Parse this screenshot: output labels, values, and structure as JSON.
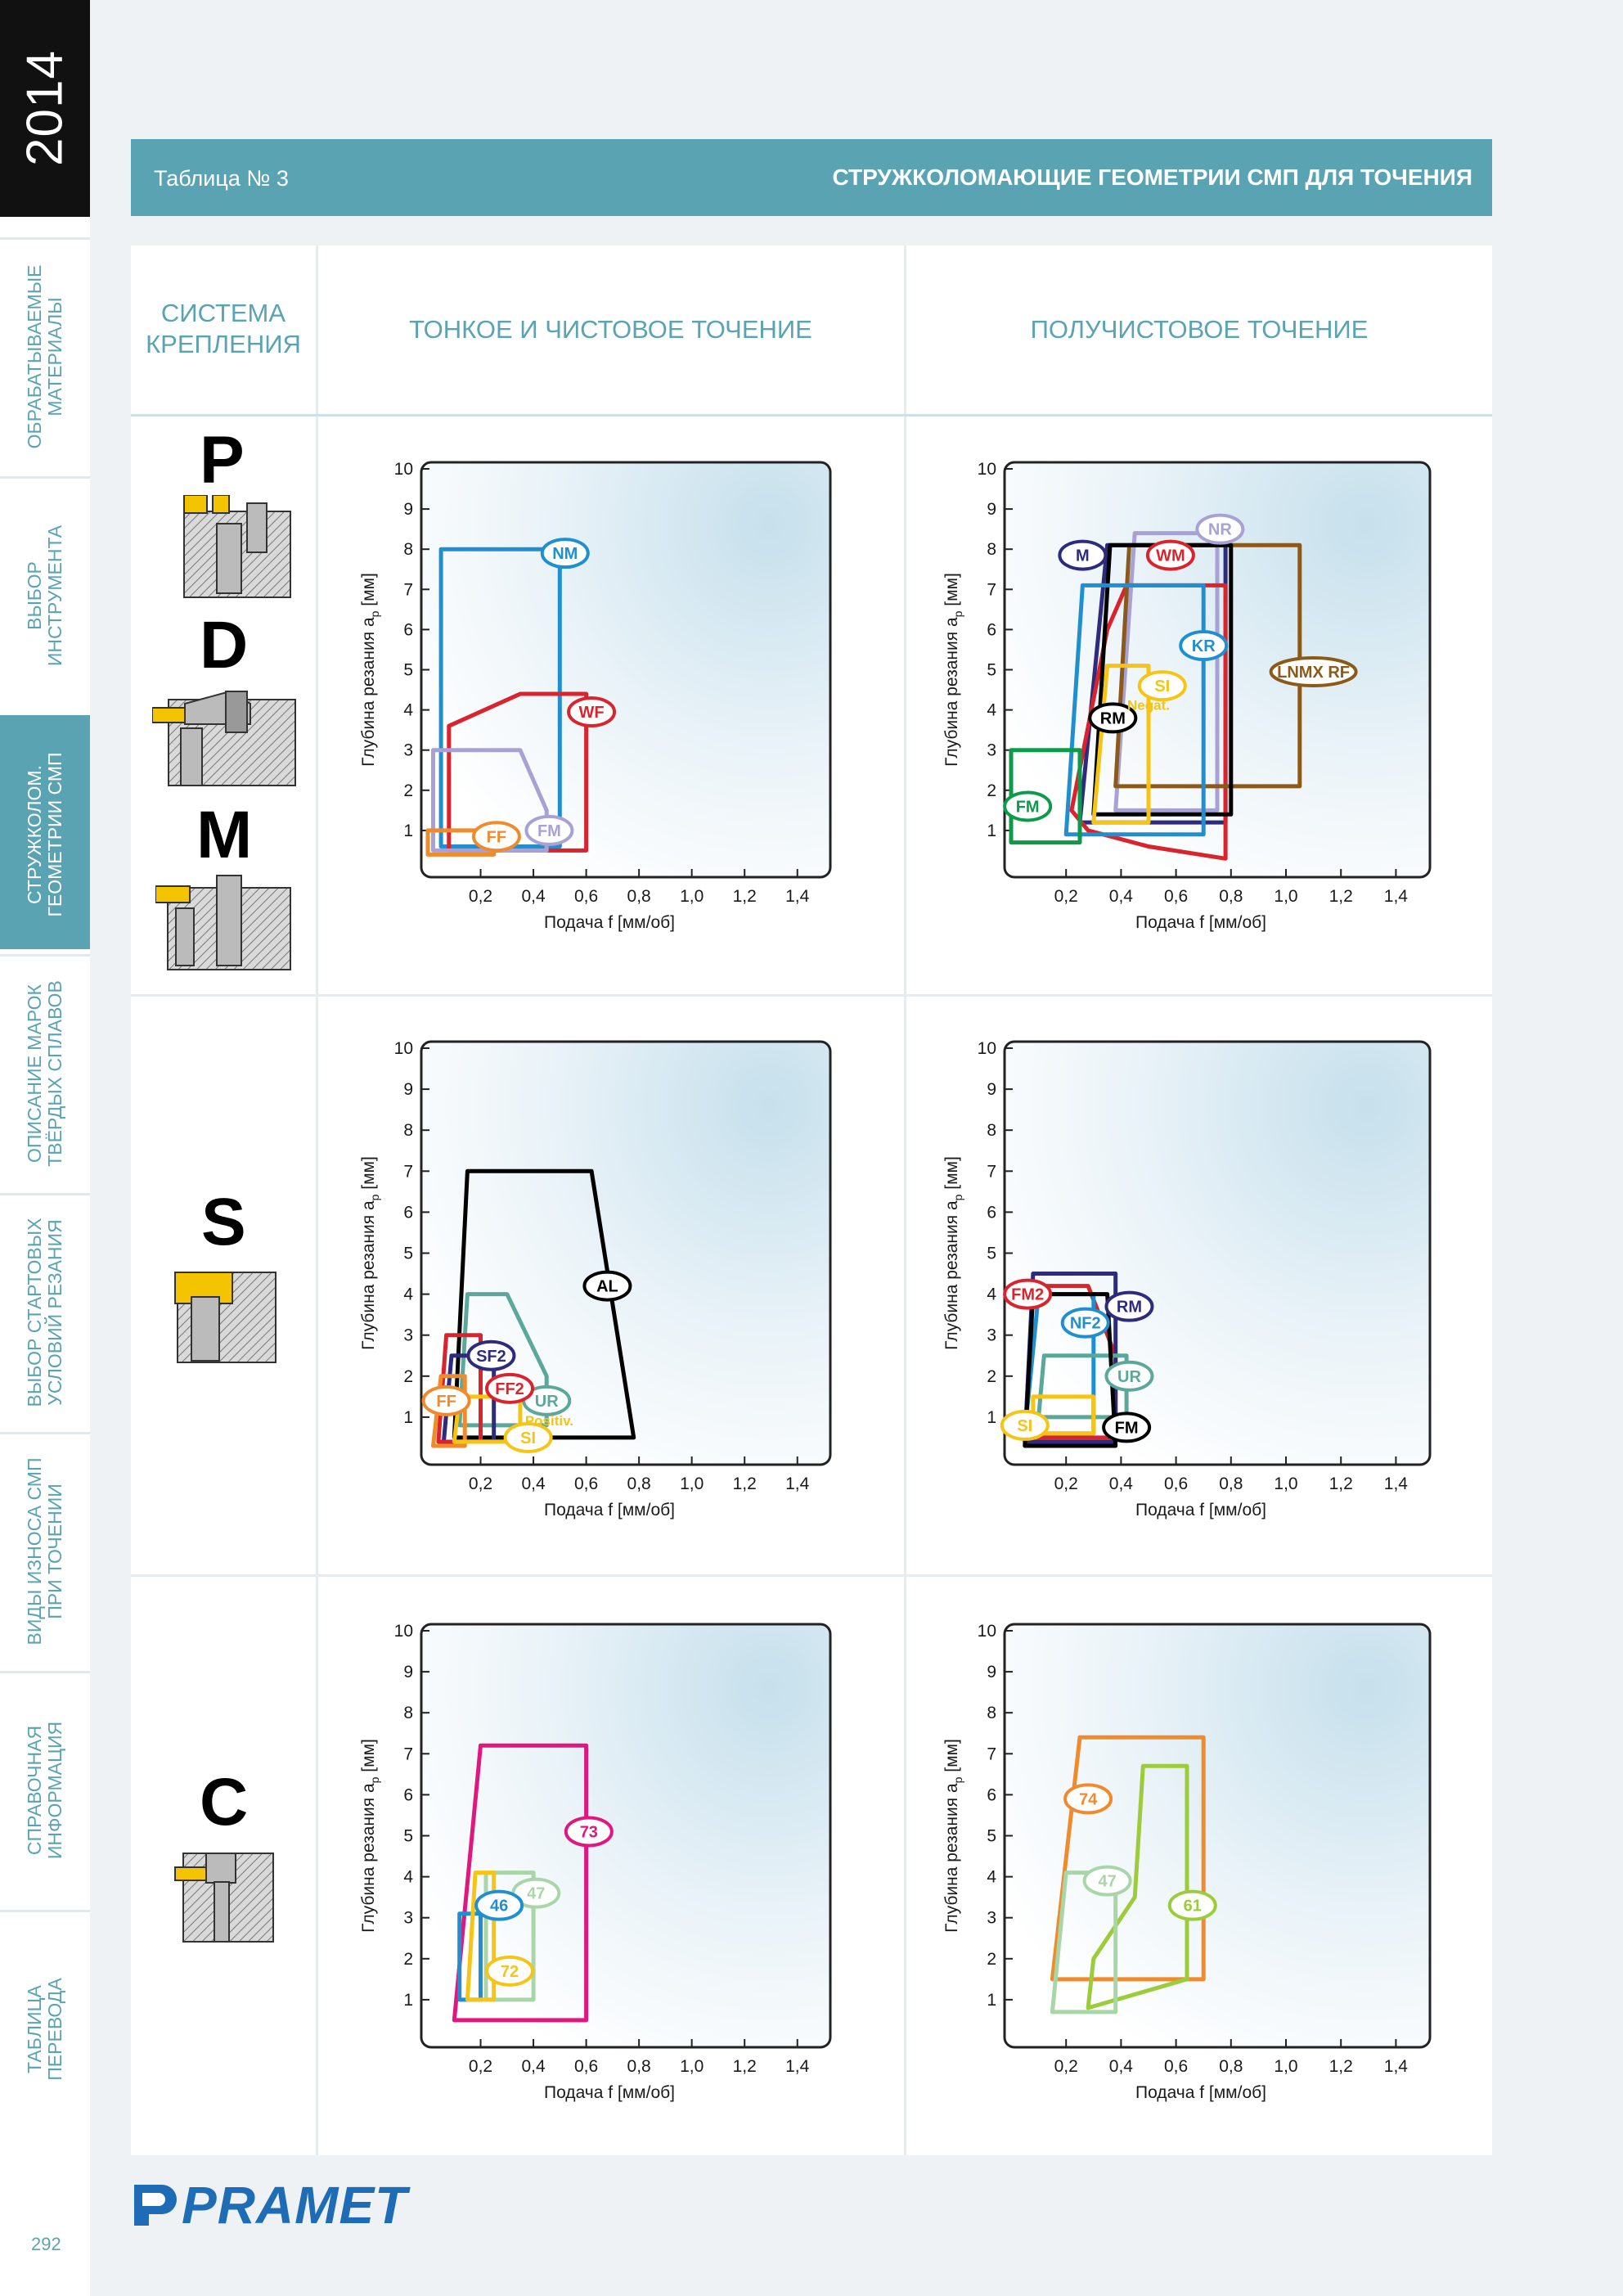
{
  "year": "2014",
  "sidebar": {
    "items": [
      {
        "label_1": "ОБРАБАТЫВАЕМЫЕ",
        "label_2": "МАТЕРИАЛЫ"
      },
      {
        "label_1": "ВЫБОР",
        "label_2": "ИНСТРУМЕНТА"
      },
      {
        "label_1": "СТРУЖКОЛОМ.",
        "label_2": "ГЕОМЕТРИИ СМП"
      },
      {
        "label_1": "ОПИСАНИЕ МАРОК",
        "label_2": "ТВЁРДЫХ СПЛАВОВ"
      },
      {
        "label_1": "ВЫБОР СТАРТОВЫХ",
        "label_2": "УСЛОВИЙ РЕЗАНИЯ"
      },
      {
        "label_1": "ВИДЫ ИЗНОСА СМП",
        "label_2": "ПРИ ТОЧЕНИИ"
      },
      {
        "label_1": "СПРАВОЧНАЯ",
        "label_2": "ИНФОРМАЦИЯ"
      },
      {
        "label_1": "ТАБЛИЦА",
        "label_2": "ПЕРЕВОДА"
      }
    ],
    "active_index": 2
  },
  "page_number": "292",
  "header": {
    "table_number": "Таблица № 3",
    "title": "СТРУЖКОЛОМАЮЩИЕ ГЕОМЕТРИИ СМП ДЛЯ ТОЧЕНИЯ"
  },
  "columns": {
    "system_1": "СИСТЕМА",
    "system_2": "КРЕПЛЕНИЯ",
    "finishing": "ТОНКОЕ И ЧИСТОВОЕ ТОЧЕНИЕ",
    "semi_finishing": "ПОЛУЧИСТОВОЕ ТОЧЕНИЕ"
  },
  "systems": {
    "p": "P",
    "d": "D",
    "m": "M",
    "s": "S",
    "c": "C"
  },
  "axes": {
    "xlabel": "Подача f [мм/об]",
    "ylabel": "Глубина резания a",
    "ylabel_sub": "p",
    "ylabel_unit": " [мм]"
  },
  "colors": {
    "accent": "#5aa3b2",
    "brand": "#1d6cb5"
  },
  "logo": {
    "text": "PRAMET"
  },
  "chart_data": [
    {
      "id": "pdm-finishing",
      "type": "region",
      "xlim": [
        0,
        1.5
      ],
      "ylim": [
        0,
        10
      ],
      "xticks": [
        "0,2",
        "0,4",
        "0,6",
        "0,8",
        "1,0",
        "1,2",
        "1,4"
      ],
      "yticks": [
        "1",
        "2",
        "3",
        "4",
        "5",
        "6",
        "7",
        "8",
        "9",
        "10"
      ],
      "series": [
        {
          "name": "NM",
          "color": "#1f8fcf",
          "points": [
            [
              0.05,
              0.6
            ],
            [
              0.05,
              8
            ],
            [
              0.5,
              8
            ],
            [
              0.5,
              0.6
            ]
          ],
          "label_at": [
            0.52,
            7.9
          ]
        },
        {
          "name": "WF",
          "color": "#d9232d",
          "points": [
            [
              0.08,
              0.5
            ],
            [
              0.08,
              3.6
            ],
            [
              0.35,
              4.4
            ],
            [
              0.6,
              4.4
            ],
            [
              0.6,
              0.5
            ]
          ],
          "label_at": [
            0.62,
            3.95
          ]
        },
        {
          "name": "FM",
          "color": "#a8a2d4",
          "points": [
            [
              0.02,
              0.5
            ],
            [
              0.02,
              3
            ],
            [
              0.35,
              3
            ],
            [
              0.45,
              1.5
            ],
            [
              0.45,
              0.5
            ]
          ],
          "label_at": [
            0.46,
            1.0
          ]
        },
        {
          "name": "FF",
          "color": "#ef8b2c",
          "points": [
            [
              0.0,
              0.4
            ],
            [
              0.0,
              1
            ],
            [
              0.25,
              1
            ],
            [
              0.25,
              0.4
            ]
          ],
          "label_at": [
            0.26,
            0.85
          ]
        }
      ],
      "notes": []
    },
    {
      "id": "pdm-semi",
      "type": "region",
      "xlim": [
        0,
        1.5
      ],
      "ylim": [
        0,
        10
      ],
      "xticks": [
        "0,2",
        "0,4",
        "0,6",
        "0,8",
        "1,0",
        "1,2",
        "1,4"
      ],
      "yticks": [
        "1",
        "2",
        "3",
        "4",
        "5",
        "6",
        "7",
        "8",
        "9",
        "10"
      ],
      "series": [
        {
          "name": "NR",
          "color": "#a8a2d4",
          "points": [
            [
              0.38,
              1.5
            ],
            [
              0.45,
              8.4
            ],
            [
              0.75,
              8.4
            ],
            [
              0.75,
              1.5
            ]
          ],
          "label_at": [
            0.76,
            8.5
          ]
        },
        {
          "name": "M",
          "color": "#2e2a7c",
          "points": [
            [
              0.25,
              1.2
            ],
            [
              0.35,
              8.1
            ],
            [
              0.78,
              8.1
            ],
            [
              0.78,
              1.2
            ]
          ],
          "label_at": [
            0.26,
            7.85
          ]
        },
        {
          "name": "WM",
          "color": "#d9232d",
          "points": [
            [
              0.22,
              1.5
            ],
            [
              0.35,
              6
            ],
            [
              0.42,
              7.1
            ],
            [
              0.78,
              7.1
            ],
            [
              0.78,
              0.3
            ],
            [
              0.5,
              0.6
            ],
            [
              0.28,
              1.0
            ]
          ],
          "label_at": [
            0.58,
            7.85
          ]
        },
        {
          "name": "LNMX RF",
          "color": "#8b5a1a",
          "points": [
            [
              0.38,
              2.1
            ],
            [
              0.43,
              8.1
            ],
            [
              1.05,
              8.1
            ],
            [
              1.05,
              2.1
            ]
          ],
          "label_at": [
            1.1,
            4.95
          ]
        },
        {
          "name": "RM",
          "color": "#000000",
          "points": [
            [
              0.3,
              1.4
            ],
            [
              0.36,
              8.1
            ],
            [
              0.8,
              8.1
            ],
            [
              0.8,
              1.4
            ]
          ],
          "label_at": [
            0.37,
            3.8
          ]
        },
        {
          "name": "KR",
          "color": "#1f8fcf",
          "points": [
            [
              0.2,
              0.9
            ],
            [
              0.26,
              7.1
            ],
            [
              0.7,
              7.1
            ],
            [
              0.7,
              0.9
            ]
          ],
          "label_at": [
            0.7,
            5.6
          ]
        },
        {
          "name": "SI",
          "color": "#f5c414",
          "points": [
            [
              0.3,
              1.2
            ],
            [
              0.35,
              5.1
            ],
            [
              0.5,
              5.1
            ],
            [
              0.5,
              1.2
            ]
          ],
          "label_at": [
            0.55,
            4.6
          ]
        },
        {
          "name": "FM",
          "color": "#0e9a4b",
          "points": [
            [
              0.0,
              0.7
            ],
            [
              0.0,
              3.0
            ],
            [
              0.25,
              3.0
            ],
            [
              0.25,
              0.7
            ]
          ],
          "label_at": [
            0.06,
            1.6
          ]
        }
      ],
      "notes": [
        {
          "text": "Negat.",
          "color": "#f5c414",
          "at": [
            0.5,
            4.0
          ]
        }
      ]
    },
    {
      "id": "s-finishing",
      "type": "region",
      "xlim": [
        0,
        1.5
      ],
      "ylim": [
        0,
        10
      ],
      "xticks": [
        "0,2",
        "0,4",
        "0,6",
        "0,8",
        "1,0",
        "1,2",
        "1,4"
      ],
      "yticks": [
        "1",
        "2",
        "3",
        "4",
        "5",
        "6",
        "7",
        "8",
        "9",
        "10"
      ],
      "series": [
        {
          "name": "AL",
          "color": "#000000",
          "points": [
            [
              0.1,
              0.5
            ],
            [
              0.15,
              7
            ],
            [
              0.62,
              7
            ],
            [
              0.78,
              0.5
            ]
          ],
          "label_at": [
            0.68,
            4.2
          ]
        },
        {
          "name": "UR",
          "color": "#5ba89a",
          "points": [
            [
              0.12,
              0.8
            ],
            [
              0.15,
              4
            ],
            [
              0.3,
              4
            ],
            [
              0.45,
              2.0
            ],
            [
              0.45,
              0.8
            ]
          ],
          "label_at": [
            0.45,
            1.4
          ]
        },
        {
          "name": "SF2",
          "color": "#2e2a7c",
          "points": [
            [
              0.06,
              0.4
            ],
            [
              0.09,
              2.5
            ],
            [
              0.25,
              2.5
            ],
            [
              0.25,
              0.4
            ]
          ],
          "label_at": [
            0.24,
            2.5
          ]
        },
        {
          "name": "FF2",
          "color": "#d9232d",
          "points": [
            [
              0.04,
              0.4
            ],
            [
              0.07,
              3
            ],
            [
              0.2,
              3
            ],
            [
              0.2,
              0.4
            ]
          ],
          "label_at": [
            0.31,
            1.7
          ]
        },
        {
          "name": "FF",
          "color": "#ef8b2c",
          "points": [
            [
              0.02,
              0.3
            ],
            [
              0.05,
              2
            ],
            [
              0.14,
              2
            ],
            [
              0.14,
              0.3
            ]
          ],
          "label_at": [
            0.07,
            1.4
          ]
        },
        {
          "name": "SI",
          "color": "#f5c414",
          "points": [
            [
              0.1,
              0.4
            ],
            [
              0.12,
              1.5
            ],
            [
              0.35,
              1.5
            ],
            [
              0.35,
              0.4
            ]
          ],
          "label_at": [
            0.38,
            0.5
          ]
        }
      ],
      "notes": [
        {
          "text": "Positiv.",
          "color": "#f5c414",
          "at": [
            0.46,
            0.8
          ]
        }
      ]
    },
    {
      "id": "s-semi",
      "type": "region",
      "xlim": [
        0,
        1.5
      ],
      "ylim": [
        0,
        10
      ],
      "xticks": [
        "0,2",
        "0,4",
        "0,6",
        "0,8",
        "1,0",
        "1,2",
        "1,4"
      ],
      "yticks": [
        "1",
        "2",
        "3",
        "4",
        "5",
        "6",
        "7",
        "8",
        "9",
        "10"
      ],
      "series": [
        {
          "name": "FM2",
          "color": "#d9232d",
          "points": [
            [
              0.05,
              0.5
            ],
            [
              0.08,
              4.2
            ],
            [
              0.28,
              4.2
            ],
            [
              0.38,
              2.5
            ],
            [
              0.38,
              0.5
            ]
          ],
          "label_at": [
            0.06,
            4.0
          ]
        },
        {
          "name": "RM",
          "color": "#2e2a7c",
          "points": [
            [
              0.05,
              0.4
            ],
            [
              0.08,
              4.5
            ],
            [
              0.38,
              4.5
            ],
            [
              0.38,
              0.4
            ]
          ],
          "label_at": [
            0.43,
            3.7
          ]
        },
        {
          "name": "NF2",
          "color": "#1f8fcf",
          "points": [
            [
              0.05,
              0.6
            ],
            [
              0.1,
              4
            ],
            [
              0.3,
              4
            ],
            [
              0.3,
              0.6
            ]
          ],
          "label_at": [
            0.27,
            3.3
          ]
        },
        {
          "name": "UR",
          "color": "#5ba89a",
          "points": [
            [
              0.1,
              1.0
            ],
            [
              0.12,
              2.5
            ],
            [
              0.42,
              2.5
            ],
            [
              0.42,
              1.0
            ]
          ],
          "label_at": [
            0.43,
            2.0
          ]
        },
        {
          "name": "FM",
          "color": "#000000",
          "points": [
            [
              0.05,
              0.3
            ],
            [
              0.08,
              4
            ],
            [
              0.35,
              4
            ],
            [
              0.38,
              0.3
            ]
          ],
          "label_at": [
            0.42,
            0.75
          ]
        },
        {
          "name": "SI",
          "color": "#f5c414",
          "points": [
            [
              0.08,
              0.6
            ],
            [
              0.08,
              1.5
            ],
            [
              0.3,
              1.5
            ],
            [
              0.3,
              0.6
            ]
          ],
          "label_at": [
            0.05,
            0.8
          ]
        }
      ],
      "notes": []
    },
    {
      "id": "c-finishing",
      "type": "region",
      "xlim": [
        0,
        1.5
      ],
      "ylim": [
        0,
        10
      ],
      "xticks": [
        "0,2",
        "0,4",
        "0,6",
        "0,8",
        "1,0",
        "1,2",
        "1,4"
      ],
      "yticks": [
        "1",
        "2",
        "3",
        "4",
        "5",
        "6",
        "7",
        "8",
        "9",
        "10"
      ],
      "series": [
        {
          "name": "73",
          "color": "#e0177e",
          "points": [
            [
              0.1,
              0.5
            ],
            [
              0.2,
              7.2
            ],
            [
              0.6,
              7.2
            ],
            [
              0.6,
              0.5
            ]
          ],
          "label_at": [
            0.61,
            5.1
          ]
        },
        {
          "name": "47",
          "color": "#a8d6a8",
          "points": [
            [
              0.22,
              1.0
            ],
            [
              0.22,
              4.1
            ],
            [
              0.4,
              4.1
            ],
            [
              0.4,
              1.0
            ]
          ],
          "label_at": [
            0.41,
            3.6
          ]
        },
        {
          "name": "46",
          "color": "#1f8fcf",
          "points": [
            [
              0.12,
              1.0
            ],
            [
              0.12,
              3.1
            ],
            [
              0.2,
              3.1
            ],
            [
              0.2,
              1.0
            ]
          ],
          "label_at": [
            0.27,
            3.3
          ]
        },
        {
          "name": "72",
          "color": "#f5c414",
          "points": [
            [
              0.15,
              1.0
            ],
            [
              0.18,
              4.1
            ],
            [
              0.25,
              4.1
            ],
            [
              0.25,
              1.0
            ]
          ],
          "label_at": [
            0.31,
            1.7
          ]
        }
      ],
      "notes": []
    },
    {
      "id": "c-semi",
      "type": "region",
      "xlim": [
        0,
        1.5
      ],
      "ylim": [
        0,
        10
      ],
      "xticks": [
        "0,2",
        "0,4",
        "0,6",
        "0,8",
        "1,0",
        "1,2",
        "1,4"
      ],
      "yticks": [
        "1",
        "2",
        "3",
        "4",
        "5",
        "6",
        "7",
        "8",
        "9",
        "10"
      ],
      "series": [
        {
          "name": "74",
          "color": "#ef8b2c",
          "points": [
            [
              0.15,
              1.5
            ],
            [
              0.25,
              7.4
            ],
            [
              0.7,
              7.4
            ],
            [
              0.7,
              1.5
            ]
          ],
          "label_at": [
            0.28,
            5.9
          ]
        },
        {
          "name": "61",
          "color": "#9ccc3b",
          "points": [
            [
              0.28,
              0.8
            ],
            [
              0.3,
              2
            ],
            [
              0.45,
              3.5
            ],
            [
              0.48,
              6.7
            ],
            [
              0.64,
              6.7
            ],
            [
              0.64,
              1.5
            ]
          ],
          "label_at": [
            0.66,
            3.3
          ]
        },
        {
          "name": "47",
          "color": "#a8d6a8",
          "points": [
            [
              0.15,
              0.7
            ],
            [
              0.2,
              4.1
            ],
            [
              0.38,
              4.1
            ],
            [
              0.38,
              0.7
            ]
          ],
          "label_at": [
            0.35,
            3.9
          ]
        }
      ],
      "notes": []
    }
  ]
}
